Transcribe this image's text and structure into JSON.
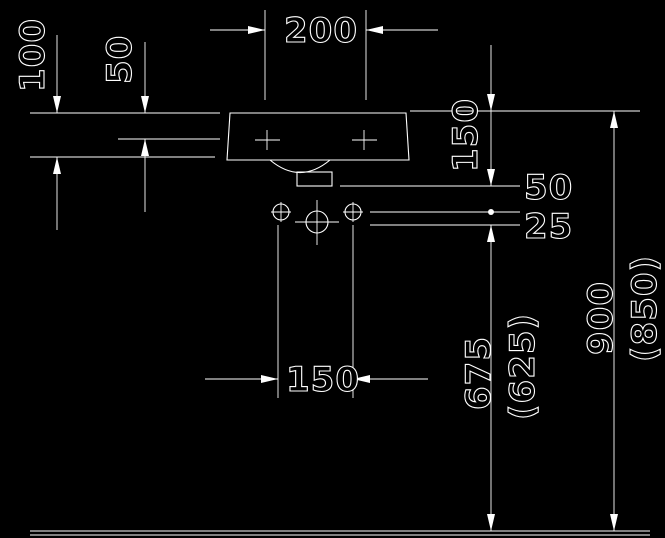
{
  "dimensions": {
    "top_width": "200",
    "left_outer": "100",
    "left_inner": "50",
    "basin_height": "150",
    "drain_offset": "50",
    "trap_offset": "25",
    "trap_width": "150",
    "trap_height": "675",
    "trap_height_alt": "(625)",
    "rim_height": "900",
    "rim_height_alt": "(850)"
  },
  "colors": {
    "background": "#000000",
    "lines": "#ffffff"
  }
}
